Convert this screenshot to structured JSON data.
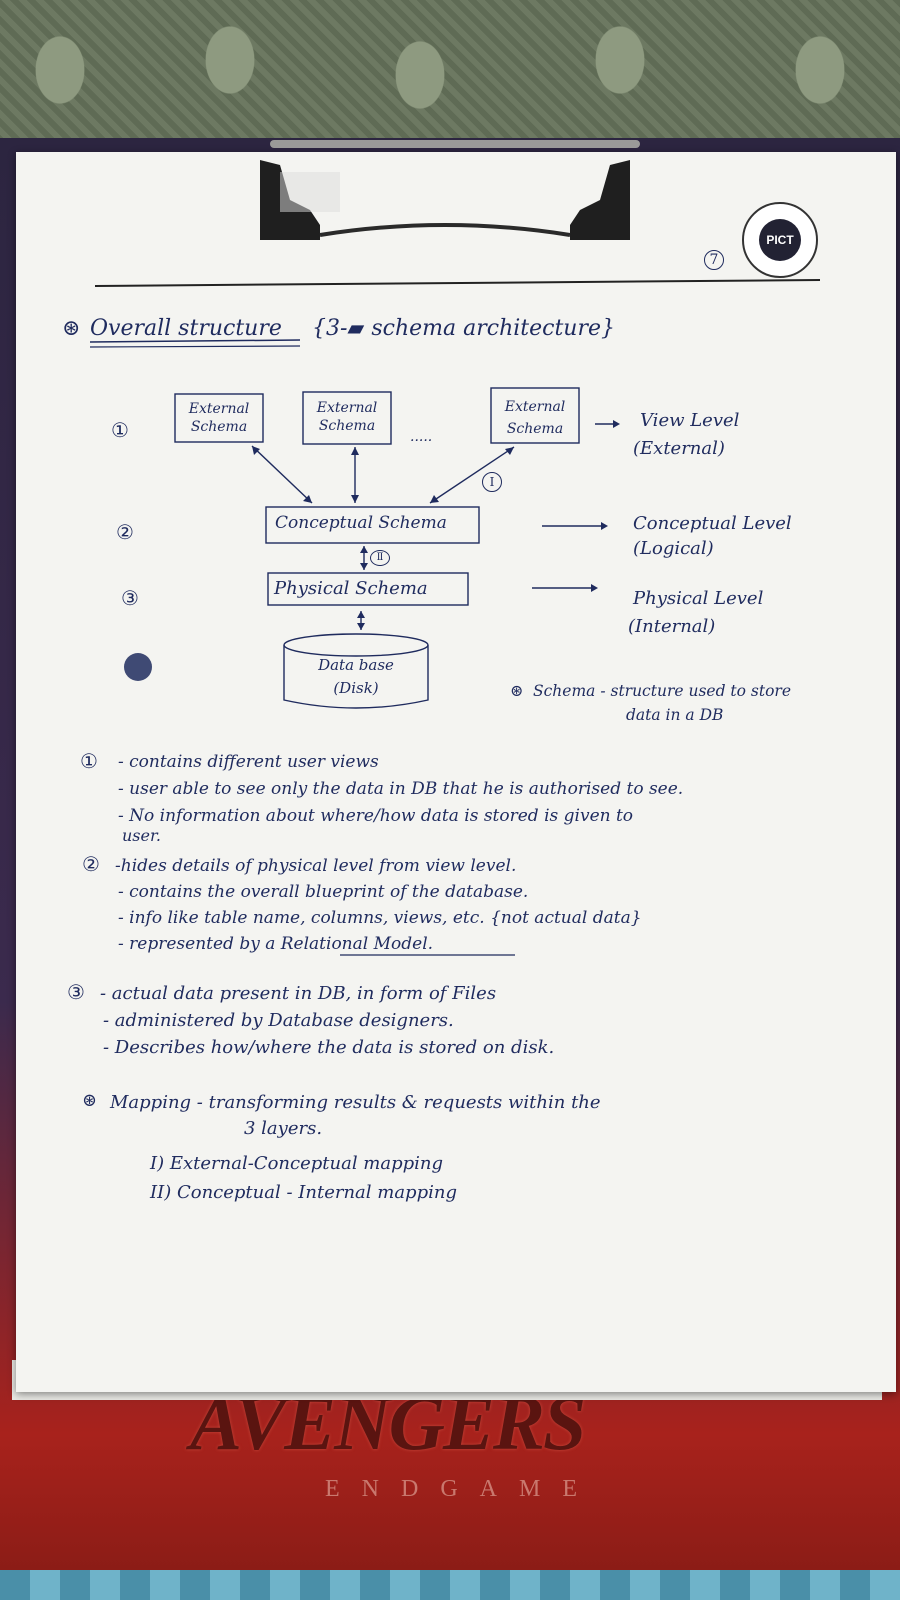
{
  "page_number": "7",
  "logo_text": "PICT",
  "title": {
    "bullet": "⊛",
    "text": "Overall structure",
    "brace_text": "{3-▰ schema architecture}"
  },
  "levels": {
    "markers": [
      "①",
      "②",
      "③"
    ],
    "external_schemas": [
      "External Schema",
      "External Schema",
      "External Schema"
    ],
    "ellipsis": ".....",
    "conceptual_schema": "Conceptual Schema",
    "physical_schema": "Physical Schema",
    "database": "Data base (Disk)",
    "mapping_marks": [
      "Ⅰ",
      "Ⅱ"
    ],
    "view_level": "View Level",
    "view_level_sub": "(External)",
    "conceptual_level": "Conceptual Level",
    "conceptual_level_sub": "(Logical)",
    "physical_level": "Physical Level",
    "physical_level_sub": "(Internal)"
  },
  "schema_note": {
    "bullet": "⊛",
    "line1": "Schema - structure used to store",
    "line2": "data in a DB"
  },
  "notes": {
    "one": {
      "marker": "①",
      "lines": [
        "- contains different user views",
        "- user able to see only the data in DB that he is authorised to see.",
        "- No information about where/how data is stored is given to",
        "user."
      ]
    },
    "two": {
      "marker": "②",
      "lines": [
        "-hides details of physical level from view level.",
        "- contains the overall blueprint of the database.",
        "- info like table name, columns, views, etc. {not actual data}",
        "- represented by a Relational Model."
      ]
    },
    "three": {
      "marker": "③",
      "lines": [
        "- actual data present in DB, in form of Files",
        "- administered by Database designers.",
        "- Describes how/where the data is stored on disk."
      ]
    }
  },
  "mapping": {
    "bullet": "⊛",
    "line1": "Mapping - transforming results & requests within the",
    "line2": "3 layers.",
    "items": [
      "I) External-Conceptual mapping",
      "II) Conceptual - Internal mapping"
    ]
  },
  "banner": {
    "title": "AVENGERS",
    "subtitle": "ENDGAME"
  },
  "colors": {
    "ink": "#1f2b5e",
    "paper": "#f4f4f1",
    "board_purple": "#2c2540",
    "board_red": "#a8221c"
  }
}
